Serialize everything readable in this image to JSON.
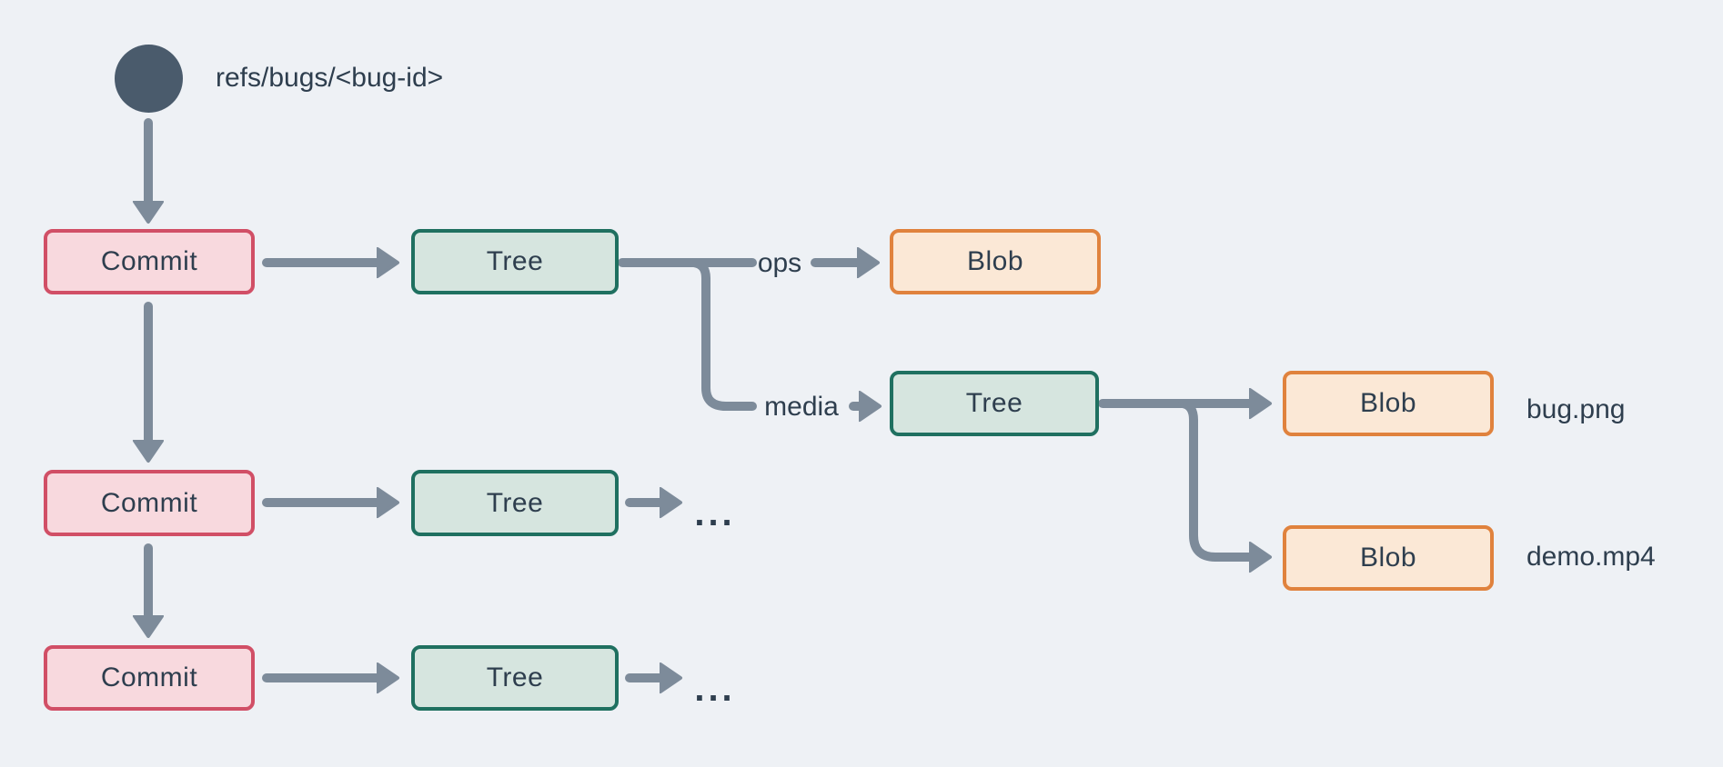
{
  "diagram": {
    "ref_label": "refs/bugs/<bug-id>",
    "ellipsis": "...",
    "nodes": [
      {
        "id": "commit-1",
        "type": "commit",
        "label": "Commit"
      },
      {
        "id": "tree-1",
        "type": "tree",
        "label": "Tree"
      },
      {
        "id": "blob-ops",
        "type": "blob",
        "label": "Blob"
      },
      {
        "id": "tree-media",
        "type": "tree",
        "label": "Tree"
      },
      {
        "id": "blob-bug",
        "type": "blob",
        "label": "Blob"
      },
      {
        "id": "blob-demo",
        "type": "blob",
        "label": "Blob"
      },
      {
        "id": "commit-2",
        "type": "commit",
        "label": "Commit"
      },
      {
        "id": "tree-row2",
        "type": "tree",
        "label": "Tree"
      },
      {
        "id": "commit-3",
        "type": "commit",
        "label": "Commit"
      },
      {
        "id": "tree-row3",
        "type": "tree",
        "label": "Tree"
      }
    ],
    "edge_labels": {
      "ops": "ops",
      "media": "media"
    },
    "file_labels": {
      "bug": "bug.png",
      "demo": "demo.mp4"
    },
    "colors": {
      "background": "#eef1f5",
      "connector": "#7d8b9a",
      "text": "#2e3e4e",
      "ref_dot": "#4a5b6c",
      "commit_fill": "#f8d9de",
      "commit_border": "#d14f66",
      "tree_fill": "#d6e5df",
      "tree_border": "#1f7060",
      "blob_fill": "#fbe8d6",
      "blob_border": "#e0823d"
    }
  }
}
